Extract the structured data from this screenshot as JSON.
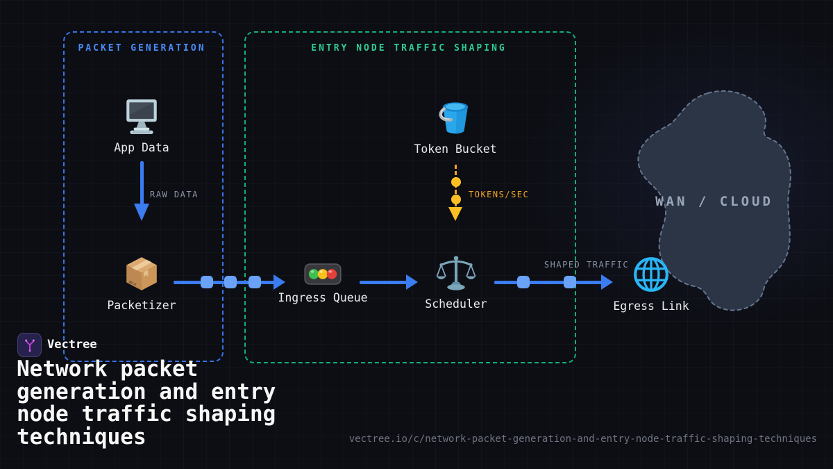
{
  "brand": {
    "name": "Vectree"
  },
  "title": "Network packet generation and entry node traffic shaping techniques",
  "footer_url": "vectree.io/c/network-packet-generation-and-entry-node-traffic-shaping-techniques",
  "groups": [
    {
      "label": "PACKET GENERATION",
      "accent": "#3b82f6"
    },
    {
      "label": "ENTRY NODE TRAFFIC SHAPING",
      "accent": "#10b981"
    }
  ],
  "nodes": [
    {
      "label": "App Data",
      "icon": "desktop-computer-icon"
    },
    {
      "label": "Packetizer",
      "icon": "package-icon"
    },
    {
      "label": "Token Bucket",
      "icon": "bucket-icon"
    },
    {
      "label": "Ingress Queue",
      "icon": "traffic-light-icon"
    },
    {
      "label": "Scheduler",
      "icon": "balance-scale-icon"
    },
    {
      "label": "Egress Link",
      "icon": "globe-icon"
    },
    {
      "label": "WAN / CLOUD",
      "icon": "cloud-blob"
    }
  ],
  "edges": [
    {
      "from": "App Data",
      "to": "Packetizer",
      "label": "RAW DATA",
      "style": "solid-blue-arrow",
      "packets": 0
    },
    {
      "from": "Token Bucket",
      "to": "Scheduler",
      "label": "TOKENS/SEC",
      "style": "dashed-amber-token-arrow",
      "tokens": 2
    },
    {
      "from": "Packetizer",
      "to": "Ingress Queue",
      "label": "",
      "style": "solid-blue-arrow",
      "packets": 3
    },
    {
      "from": "Ingress Queue",
      "to": "Scheduler",
      "label": "",
      "style": "solid-blue-arrow",
      "packets": 0
    },
    {
      "from": "Scheduler",
      "to": "Egress Link",
      "label": "SHAPED TRAFFIC",
      "style": "solid-blue-arrow",
      "packets": 2
    }
  ],
  "colors": {
    "background": "#0d0e14",
    "blue_accent": "#3b82f6",
    "green_accent": "#10b981",
    "amber_accent": "#f5a623",
    "packet_fill": "#6aa2f7",
    "muted_label": "#8a93a5",
    "node_label": "#e9ecef",
    "cloud_fill": "#2b3546",
    "cloud_text": "#9aa7bb"
  }
}
